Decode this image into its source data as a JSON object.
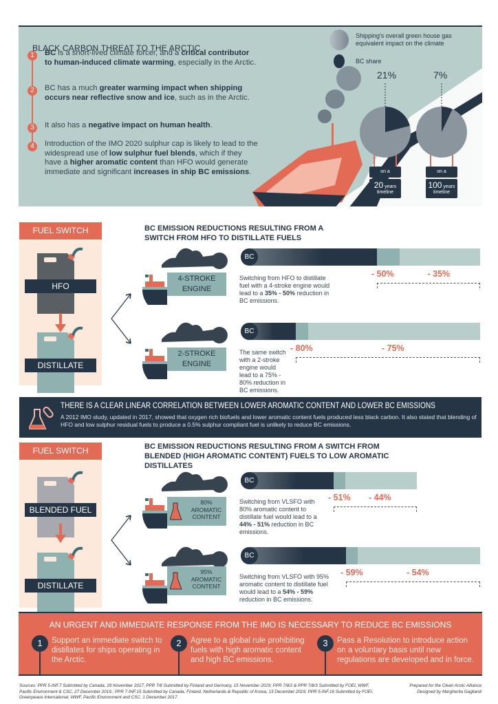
{
  "top": {
    "title": "BLACK CARBON THREAT TO THE ARCTIC",
    "points": [
      {
        "n": "1",
        "html": "<b>BC</b> is a short-lived climate forcer, and a <b>critical contributor to human-induced climate warming</b>, especially in the Arctic."
      },
      {
        "n": "2",
        "html": "BC has a much <b>greater warming impact when shipping occurs near reflective snow and ice</b>, such as in the Arctic."
      },
      {
        "n": "3",
        "html": "It also has a <b>negative impact on human health</b>."
      },
      {
        "n": "4",
        "html": "Introduction of the IMO 2020 sulphur cap is likely to lead to the widespread use of <b>low sulphur fuel blends</b>, which if they have a <b>higher aromatic content</b> than HFO would generate immediate and significant <b>increases in ship BC emissions</b>."
      }
    ],
    "legend": {
      "overall": "Shipping's overall green house gas equivalent impact on the climate",
      "bc": "BC share"
    },
    "pies": [
      {
        "pct": "21%",
        "value": 21,
        "on": "on a",
        "years": "20",
        "unit": "years",
        "tl": "timeline"
      },
      {
        "pct": "7%",
        "value": 7,
        "on": "on a",
        "years": "100",
        "unit": "years",
        "tl": "timeline"
      }
    ]
  },
  "s1": {
    "fs": "FUEL SWITCH",
    "from": "HFO",
    "to": "DISTILLATE",
    "heading": "BC EMISSION REDUCTIONS RESULTING FROM A SWITCH FROM HFO TO DISTILLATE FUELS",
    "rows": [
      {
        "engine1": "4-STROKE",
        "engine2": "ENGINE",
        "bc": "BC",
        "desc": "Switching from HFO to distillate fuel with a 4-stroke engine would lead to a <b>35% - 50%</b> reduction in BC emissions.",
        "hi": "- 50%",
        "lo": "- 35%",
        "hi_v": 50,
        "lo_v": 35
      },
      {
        "engine1": "2-STROKE",
        "engine2": "ENGINE",
        "bc": "BC",
        "desc": "The same switch with a 2-stroke engine would lead to a 75% - 80% reduction in BC emissions.",
        "hi": "- 80%",
        "lo": "- 75%",
        "hi_v": 80,
        "lo_v": 75
      }
    ]
  },
  "banner": {
    "title": "THERE IS A CLEAR LINEAR CORRELATION BETWEEN LOWER AROMATIC CONTENT AND LOWER BC EMISSIONS",
    "text": "A 2012 IMO study, updated in 2017, showed that oxygen rich biofuels and lower aromatic content fuels produced less black carbon. It also stated that blending of HFO and low sulphur residual fuels to produce a 0.5% sulphur compliant fuel is unlikely to reduce BC emissions."
  },
  "s2": {
    "fs": "FUEL SWITCH",
    "from": "BLENDED FUEL",
    "to": "DISTILLATE",
    "heading": "BC EMISSION REDUCTIONS RESULTING FROM A SWITCH FROM BLENDED (HIGH AROMATIC CONTENT) FUELS TO LOW AROMATIC DISTILLATES",
    "rows": [
      {
        "pct": "80%",
        "a1": "AROMATIC",
        "a2": "CONTENT",
        "bc": "BC",
        "desc": "Switching from VLSFO with 80% aromatic content to distillate fuel would lead to a <b>44% - 51%</b> reduction in BC emissions.",
        "hi": "- 51%",
        "lo": "- 44%",
        "hi_v": 51,
        "lo_v": 44
      },
      {
        "pct": "95%",
        "a1": "AROMATIC",
        "a2": "CONTENT",
        "bc": "BC",
        "desc": "Switching from VLSFO with 95% aromatic content to distillate fuel would lead to a <b>54% - 59%</b> reduction in BC emissions.",
        "hi": "- 59%",
        "lo": "- 54%",
        "hi_v": 59,
        "lo_v": 54
      }
    ]
  },
  "foot": {
    "title": "AN URGENT AND IMMEDIATE RESPONSE FROM THE IMO IS NECESSARY TO REDUCE BC EMISSIONS",
    "actions": [
      {
        "n": "1",
        "text": "Support an immediate switch to distillates for ships operating in the Arctic."
      },
      {
        "n": "2",
        "text": "Agree to a global rule prohibiting fuels with high aromatic content and high BC emissions."
      },
      {
        "n": "3",
        "text": "Pass a Resolution to introduce action on a voluntary basis until new regulations are developed and in force."
      }
    ]
  },
  "sources": "Sources: PPR 5-INF.7 Submitted by Canada, 29 November 2017; PPR 7/8 Submitted by Finland and Germany, 15 November 2019; PPR 7/8/2 & PPR 7/8/3 Submitted by FOEI, WWF, Pacific Environment & CSC, 27 December 2019.; PPR 7-INF.15 Submitted by Canada, Finland, Netherlands & Republic of Korea, 13 December 2019; PPR 5-INF.16 Submitted by FOEI, Greenpeace International, WWF, Pacific Environment and CSC. 1 December 2017.",
  "credit1": "Prepared for the Clean Arctic Alliance",
  "credit2": "Designed by Margherita Gagliardi",
  "colors": {
    "coral": "#e36a55",
    "navy": "#263545",
    "ice": "#b8cecb",
    "teal": "#8fb1af",
    "peach": "#fde8dc"
  }
}
